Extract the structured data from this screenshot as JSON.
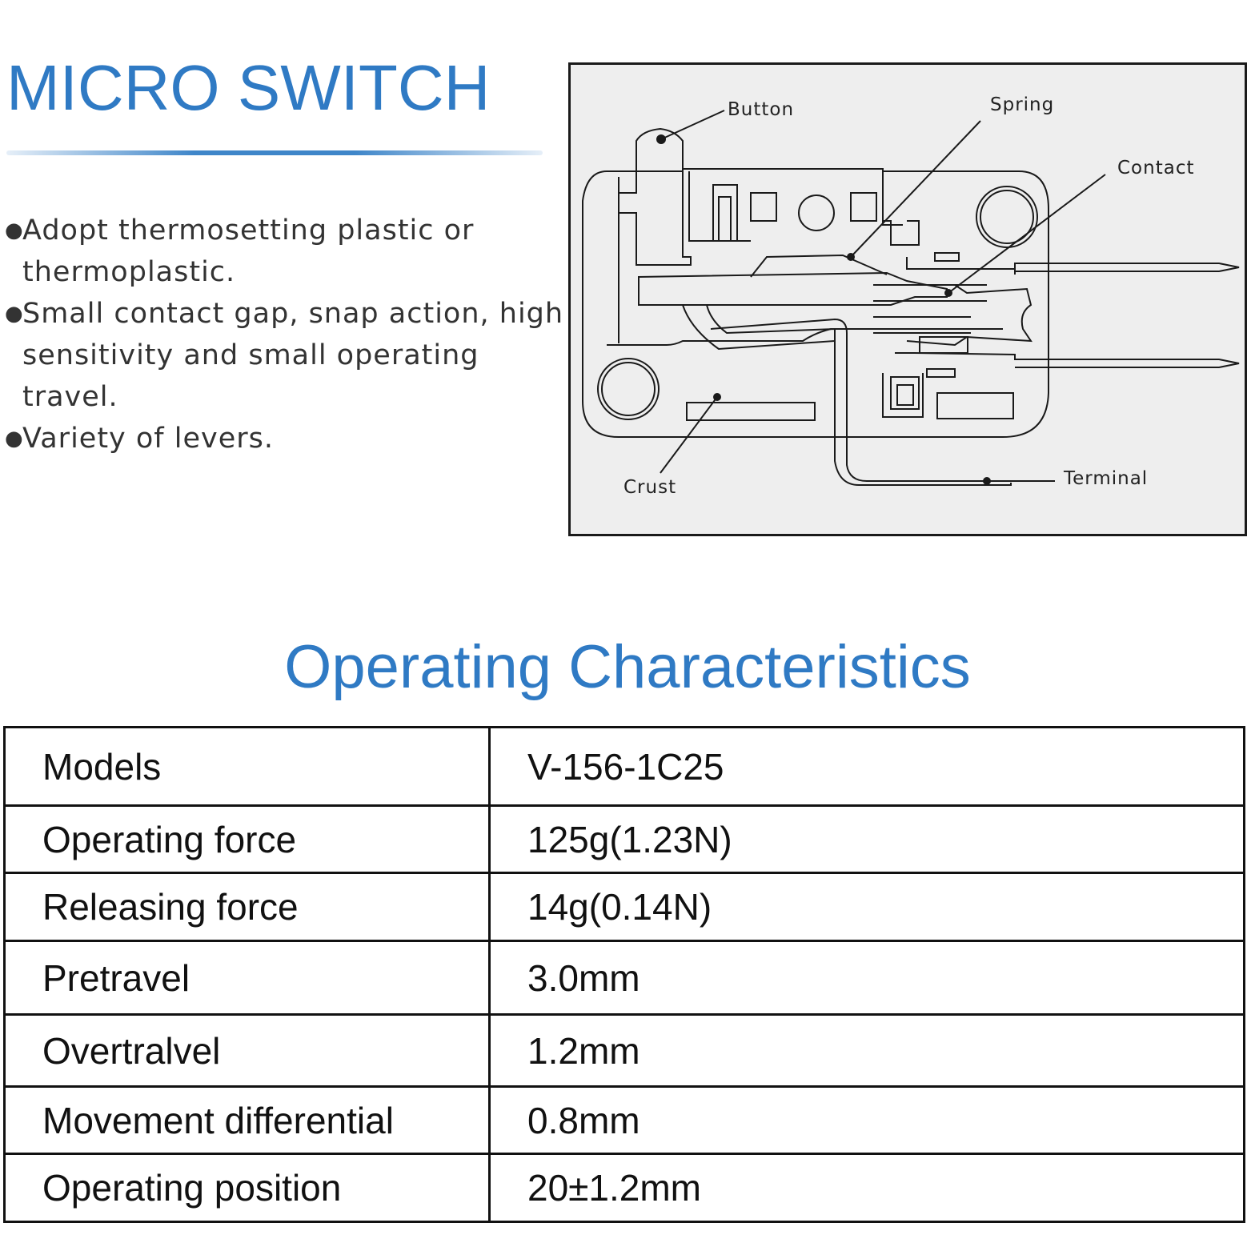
{
  "header": {
    "title": "MICRO SWITCH"
  },
  "features": [
    "Adopt thermosetting plastic or thermoplastic.",
    "Small contact gap, snap action, high sensitivity and small operating travel.",
    "Variety of levers."
  ],
  "diagram": {
    "labels": {
      "button": "Button",
      "spring": "Spring",
      "contact": "Contact",
      "crust": "Crust",
      "terminal": "Terminal"
    }
  },
  "characteristics": {
    "title": "Operating Characteristics",
    "rows": [
      {
        "label": "Models",
        "value": "V-156-1C25"
      },
      {
        "label": "Operating force",
        "value": "125g(1.23N)"
      },
      {
        "label": "Releasing force",
        "value": "14g(0.14N)"
      },
      {
        "label": "Pretravel",
        "value": "3.0mm"
      },
      {
        "label": "Overtralvel",
        "value": "1.2mm"
      },
      {
        "label": "Movement differential",
        "value": "0.8mm"
      },
      {
        "label": "Operating position",
        "value": "20±1.2mm"
      }
    ]
  },
  "colors": {
    "accent": "#2f7ac4"
  }
}
